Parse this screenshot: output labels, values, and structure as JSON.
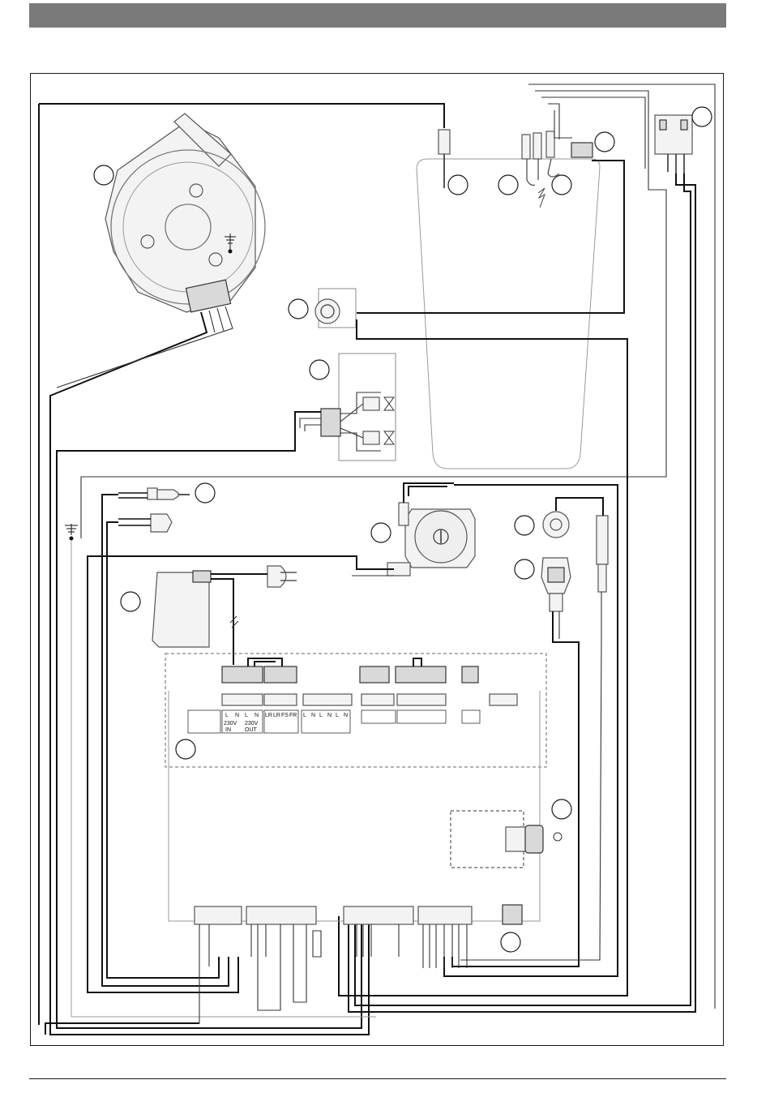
{
  "terminal_labels": {
    "block_a": [
      "L",
      "N",
      "L",
      "N"
    ],
    "block_b": [
      "LR",
      "LR",
      "FS",
      "FR"
    ],
    "block_c": [
      "L",
      "N",
      "L",
      "N",
      "L",
      "N"
    ],
    "voltage_in": "230V",
    "voltage_in_sub": "IN",
    "voltage_out": "230V",
    "voltage_out_sub": "OUT"
  }
}
